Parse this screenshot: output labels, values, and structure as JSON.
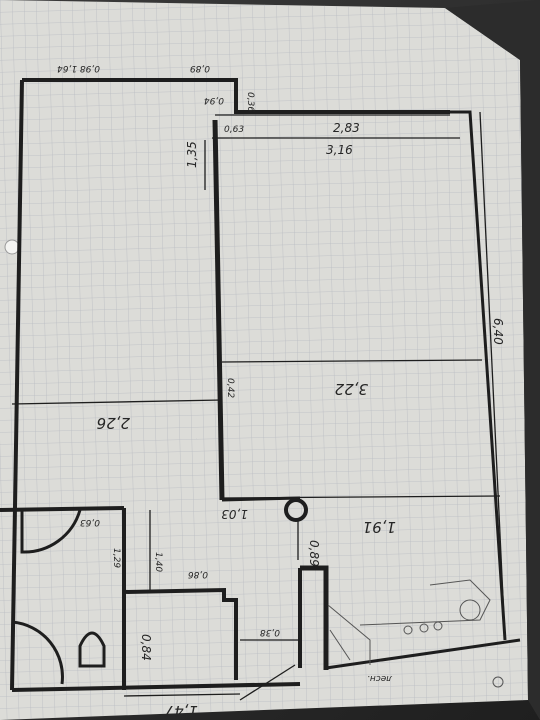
{
  "labels": {
    "top_width_a": "0,98 1,64",
    "top_width_b": "0,89",
    "top_corner_a": "0,94",
    "top_corner_b": "0,36",
    "top_corner_c": "0,63",
    "top_right_a": "2,83",
    "top_right_b": "3,16",
    "left_height": "1,35",
    "right_height": "6,40",
    "mid_right": "3,22",
    "mid_left": "2,26",
    "mid_center": "0,42",
    "lower_center": "1,03",
    "lower_right": "1,91",
    "bath_a": "0,63",
    "bath_b": "1,29",
    "bath_c": "1,40",
    "bath_d": "0,86",
    "bath_e": "0,84",
    "hall_a": "0,38",
    "hall_b": "0,89",
    "bottom_width": "1,47",
    "stair_note": "лесн."
  },
  "colors": {
    "paper": "#d9d9d6",
    "grid": "#b9bcc2",
    "ink": "#1e1e1e"
  }
}
